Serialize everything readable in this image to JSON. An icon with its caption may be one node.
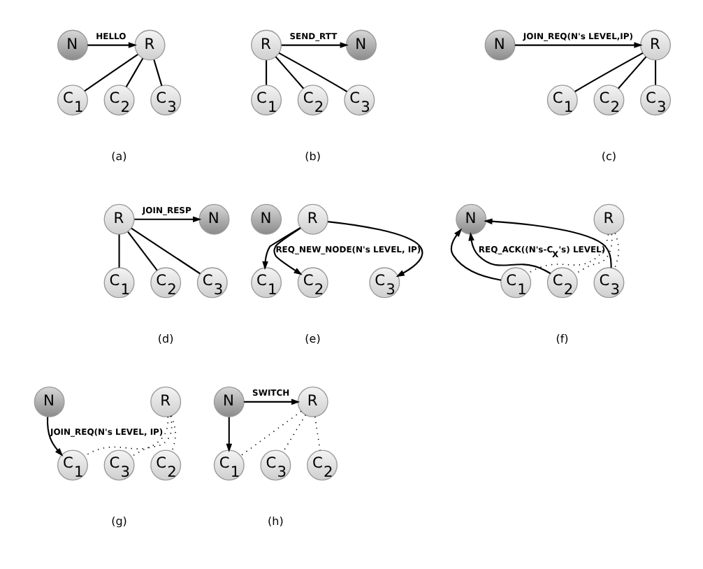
{
  "diagram": {
    "nodes": [
      {
        "text": [
          "R"
        ]
      },
      {
        "text": [
          "N"
        ]
      },
      {
        "text": [
          "C$_{1}$"
        ]
      },
      {
        "text": [
          "C$_{2}$"
        ]
      },
      {
        "text": [
          "C$_{3}$"
        ]
      },
      {
        "text": [
          "R"
        ]
      },
      {
        "text": [
          "N"
        ]
      },
      {
        "text": [
          "C$_{1}$"
        ]
      },
      {
        "text": [
          "C$_{2}$"
        ]
      },
      {
        "text": [
          "C$_{3}$"
        ]
      },
      {
        "text": [
          "R"
        ]
      },
      {
        "text": [
          "N"
        ]
      },
      {
        "text": [
          "C$_{1}$"
        ]
      },
      {
        "text": [
          "C$_{2}$"
        ]
      },
      {
        "text": [
          "C$_{3}$"
        ]
      },
      {
        "text": [
          "R"
        ]
      },
      {
        "text": [
          "N"
        ]
      },
      {
        "text": [
          "C$_{1}$"
        ]
      },
      {
        "text": [
          "C$_{2}$"
        ]
      },
      {
        "text": [
          "C$_{3}$"
        ]
      },
      {
        "text": [
          "R"
        ]
      },
      {
        "text": [
          "N"
        ]
      },
      {
        "text": [
          "C$_{1}$"
        ]
      },
      {
        "text": [
          "C$_{2}$"
        ]
      },
      {
        "text": [
          "C$_{3}$"
        ]
      },
      {
        "text": [
          "R"
        ]
      },
      {
        "text": [
          "N"
        ]
      },
      {
        "text": [
          "C$_{1}$"
        ]
      },
      {
        "text": [
          "C$_{2}$"
        ]
      },
      {
        "text": [
          "C$_{3}$"
        ]
      },
      {
        "text": [
          "R"
        ]
      },
      {
        "text": [
          "N"
        ]
      },
      {
        "text": [
          "C$_{1}$"
        ]
      },
      {
        "text": [
          "C$_{2}$"
        ]
      },
      {
        "text": [
          "C$_{3}$"
        ]
      },
      {
        "text": [
          "R"
        ]
      },
      {
        "text": [
          "N"
        ]
      },
      {
        "text": [
          "C$_{1}$"
        ]
      },
      {
        "text": [
          "C$_{2}$"
        ]
      },
      {
        "text": [
          "C$_{3}$"
        ]
      }
    ],
    "edges": [
      {
        "from": 1,
        "to": 0,
        "arrow": "to",
        "label": "HELLO"
      },
      {
        "from": 0,
        "to": 2,
        "arrow": "none"
      },
      {
        "from": 0,
        "to": 3,
        "arrow": "none"
      },
      {
        "from": 0,
        "to": 4,
        "arrow": "none"
      },
      {
        "from": 5,
        "to": 6,
        "arrow": "to",
        "label": "SEND_RTT"
      },
      {
        "from": 5,
        "to": 7,
        "arrow": "none"
      },
      {
        "from": 5,
        "to": 8,
        "arrow": "none"
      },
      {
        "from": 5,
        "to": 9,
        "arrow": "none"
      },
      {
        "from": 11,
        "to": 10,
        "arrow": "to",
        "label": "JOIN_REQ(N's LEVEL,IP)"
      },
      {
        "from": 10,
        "to": 12,
        "arrow": "none"
      },
      {
        "from": 10,
        "to": 13,
        "arrow": "none"
      },
      {
        "from": 10,
        "to": 14,
        "arrow": "none"
      },
      {
        "from": 15,
        "to": 16,
        "arrow": "to",
        "label": "JOIN_RESP"
      },
      {
        "from": 15,
        "to": 17,
        "arrow": "none"
      },
      {
        "from": 15,
        "to": 18,
        "arrow": "none"
      },
      {
        "from": 15,
        "to": 19,
        "arrow": "none"
      },
      {
        "from": 20,
        "to": 22,
        "arrow": "to"
      },
      {
        "from": 20,
        "to": 23,
        "arrow": "to",
        "label": "REQ_NEW_NODE(N's LEVEL, IP)"
      },
      {
        "from": 20,
        "to": 24,
        "arrow": "to"
      },
      {
        "from": 25,
        "to": 27,
        "arrow": "none",
        "style": "dashed"
      },
      {
        "from": 25,
        "to": 28,
        "arrow": "none",
        "style": "dashed"
      },
      {
        "from": 25,
        "to": 29,
        "arrow": "none",
        "style": "dashed"
      },
      {
        "from": 27,
        "to": 26,
        "arrow": "to"
      },
      {
        "from": 28,
        "to": 26,
        "arrow": "to",
        "label": "REQ_ACK((N's-C$_{X}$'s) LEVEL)"
      },
      {
        "from": 29,
        "to": 26,
        "arrow": "to"
      },
      {
        "from": 30,
        "to": 32,
        "arrow": "none",
        "style": "dashed"
      },
      {
        "from": 30,
        "to": 33,
        "arrow": "none",
        "style": "dashed"
      },
      {
        "from": 30,
        "to": 34,
        "arrow": "none",
        "style": "dashed"
      },
      {
        "from": 31,
        "to": 32,
        "arrow": "to",
        "label": "JOIN_REQ(N's LEVEL, IP)"
      },
      {
        "from": 35,
        "to": 37,
        "arrow": "none",
        "style": "dashed"
      },
      {
        "from": 35,
        "to": 38,
        "arrow": "none",
        "style": "dashed"
      },
      {
        "from": 35,
        "to": 39,
        "arrow": "none",
        "style": "dashed"
      },
      {
        "from": 36,
        "to": 35,
        "arrow": "to",
        "label": "SWITCH"
      },
      {
        "from": 36,
        "to": 37,
        "arrow": "to"
      }
    ],
    "labels": [
      "(a)",
      "(b)",
      "(c)",
      "(d)",
      "(e)",
      "(f)",
      "(g)",
      "(h)"
    ]
  }
}
